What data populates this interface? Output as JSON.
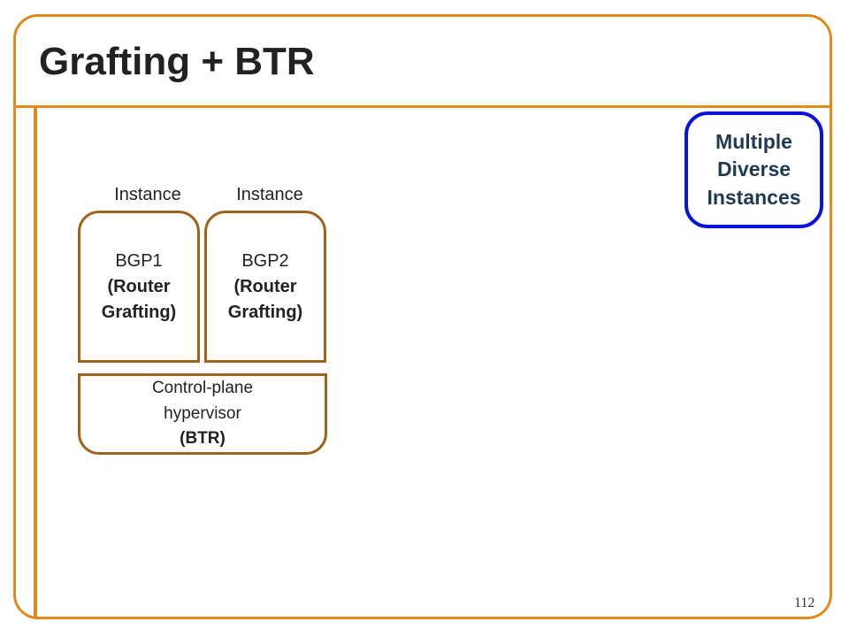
{
  "slide": {
    "title": "Grafting + BTR",
    "page_number": "112"
  },
  "instances": [
    {
      "label": "Instance",
      "name": "BGP1",
      "line2": "(Router",
      "line3": "Grafting)"
    },
    {
      "label": "Instance",
      "name": "BGP2",
      "line2": "(Router",
      "line3": "Grafting)"
    }
  ],
  "hypervisor": {
    "line1": "Control-plane",
    "line2": "hypervisor",
    "line3": "(BTR)"
  },
  "callout": {
    "line1": "Multiple",
    "line2": "Diverse",
    "line3": "Instances"
  },
  "colors": {
    "frame": "#e08a1e",
    "box_border": "#a0621c",
    "callout_border": "#0a14d8"
  }
}
